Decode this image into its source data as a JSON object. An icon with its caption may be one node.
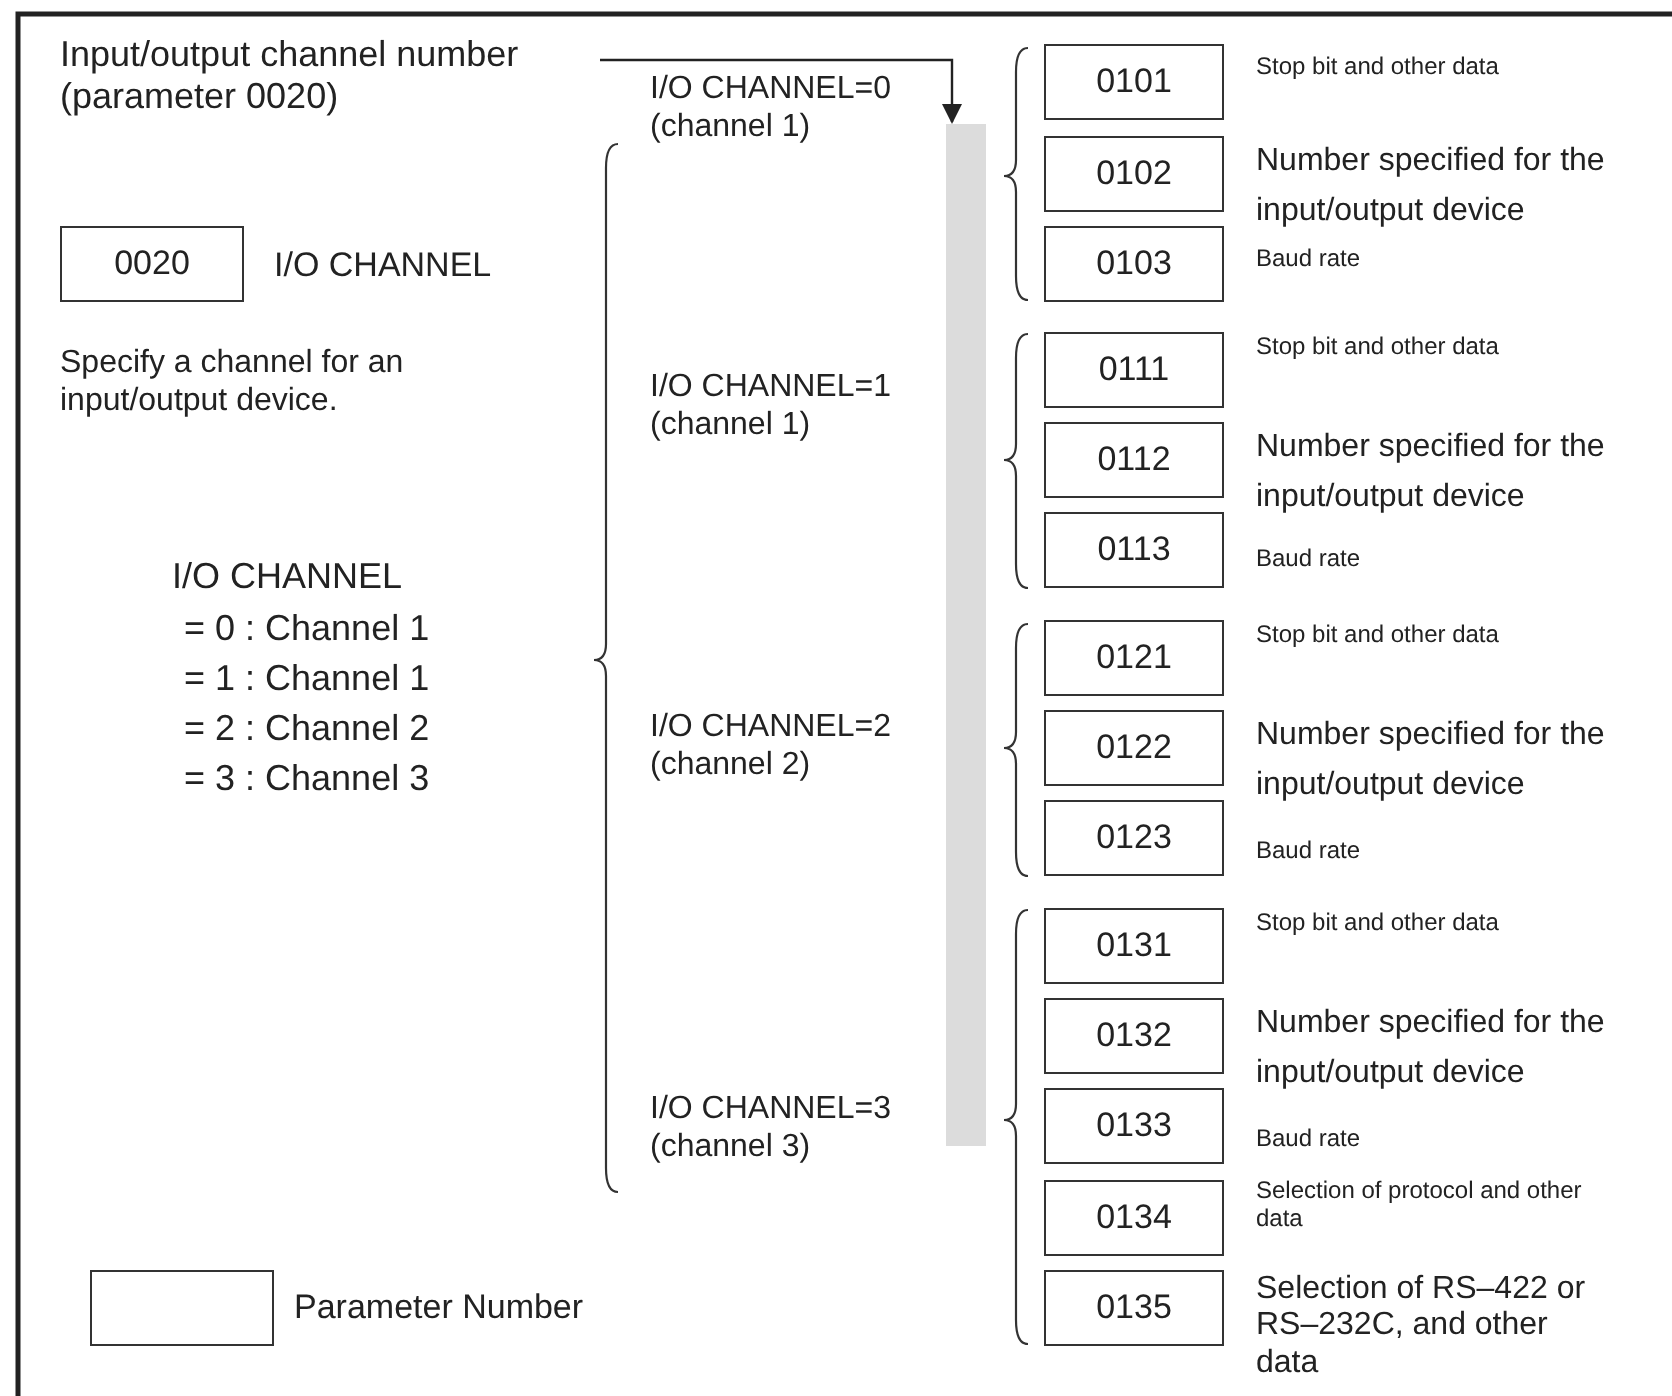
{
  "diagram": {
    "nodes": [
      {
        "text": [
          "Input/output channel number (parameter 0020)"
        ]
      },
      {
        "text": [],
        "shape": "bar"
      },
      {
        "text": [
          "0020"
        ],
        "beside": [
          "I/O CHANNEL"
        ]
      },
      {
        "text": [
          "0101"
        ],
        "beside": [
          "Stop bit and other data"
        ]
      },
      {
        "text": [
          "0102"
        ],
        "beside": [
          "Number specified for the input/output device"
        ]
      },
      {
        "text": [
          "0103"
        ],
        "beside": [
          "Baud rate"
        ]
      },
      {
        "text": [
          "0111"
        ],
        "beside": [
          "Stop bit and other data"
        ]
      },
      {
        "text": [
          "0112"
        ],
        "beside": [
          "Number specified for the input/output device"
        ]
      },
      {
        "text": [
          "0113"
        ],
        "beside": [
          "Baud rate"
        ]
      },
      {
        "text": [
          "0121"
        ],
        "beside": [
          "Stop bit and other data"
        ]
      },
      {
        "text": [
          "0122"
        ],
        "beside": [
          "Number specified for the input/output device"
        ]
      },
      {
        "text": [
          "0123"
        ],
        "beside": [
          "Baud rate"
        ]
      },
      {
        "text": [
          "0131"
        ],
        "beside": [
          "Stop bit and other data"
        ]
      },
      {
        "text": [
          "0132"
        ],
        "beside": [
          "Number specified for the input/output device"
        ]
      },
      {
        "text": [
          "0133"
        ],
        "beside": [
          "Baud rate"
        ]
      },
      {
        "text": [
          "0134"
        ],
        "beside": [
          "Selection of protocol and other data"
        ]
      },
      {
        "text": [
          "0135"
        ],
        "beside": [
          "Selection of RS–422 or RS–232C, and other data"
        ]
      }
    ],
    "edges": [
      {
        "from": 0,
        "to": 1,
        "arrow": "to"
      }
    ],
    "labels": [
      "Specify a channel for an input/output device.",
      "I/O CHANNEL",
      "= 0 : Channel 1",
      "= 1 : Channel 1",
      "= 2 : Channel 2",
      "= 3 : Channel 3",
      "I/O CHANNEL=0 (channel 1)",
      "I/O CHANNEL=1 (channel 1)",
      "I/O CHANNEL=2 (channel 2)",
      "I/O CHANNEL=3 (channel 3)"
    ],
    "legend": [
      {
        "text": "Parameter Number"
      }
    ]
  }
}
